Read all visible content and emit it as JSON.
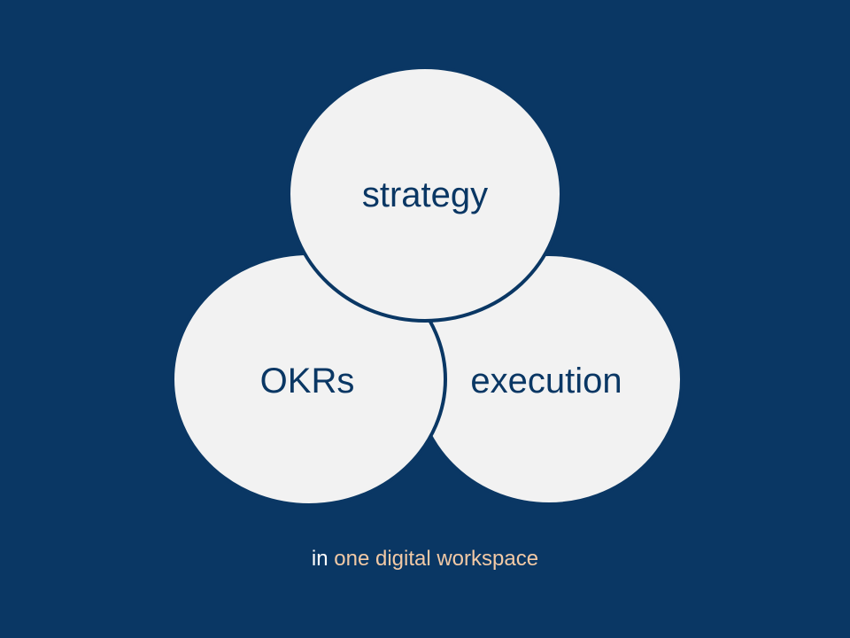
{
  "colors": {
    "background": "#0a3764",
    "circle_fill": "#f2f2f2",
    "circle_text": "#0a3764",
    "tagline_plain": "#ffffff",
    "tagline_highlight": "#f2c9a5"
  },
  "circles": {
    "top": {
      "label": "strategy"
    },
    "left": {
      "label": "OKRs"
    },
    "right": {
      "label": "execution"
    }
  },
  "tagline": {
    "prefix": "in",
    "highlight": "one digital workspace"
  }
}
